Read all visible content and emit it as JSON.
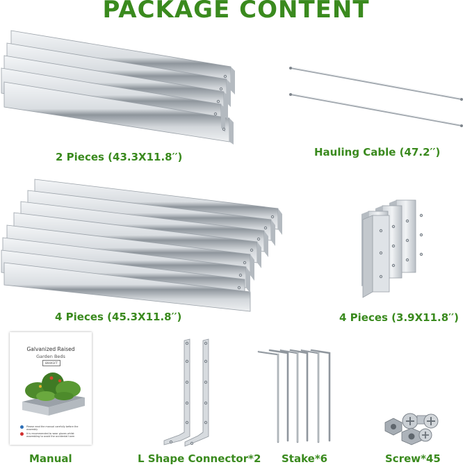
{
  "title": "PACKAGE CONTENT",
  "items": {
    "long_panels": {
      "label": "2 Pieces (43.3X11.8′′)"
    },
    "hauling_cable": {
      "label": "Hauling Cable (47.2′′)"
    },
    "short_panels": {
      "label": "4 Pieces (45.3X11.8′′)"
    },
    "corner_pieces": {
      "label": "4 Pieces (3.9X11.8′′)"
    },
    "manual": {
      "label": "Manual",
      "cover_title": "Galvanized Raised",
      "cover_subtitle": "Garden Beds",
      "cover_size": "8X4X1FT",
      "note_1": "Please read the manual carefully before the assembly",
      "note_2": "It is recommended to wear gloves whilst assembling to avoid the accidental harm"
    },
    "l_connector": {
      "label": "L Shape Connector*2"
    },
    "stake": {
      "label": "Stake*6"
    },
    "screw": {
      "label": "Screw*45"
    }
  },
  "colors": {
    "heading": "#3a8a1e",
    "metal": "#dfe3e7",
    "metal_dark": "#8d949b"
  }
}
